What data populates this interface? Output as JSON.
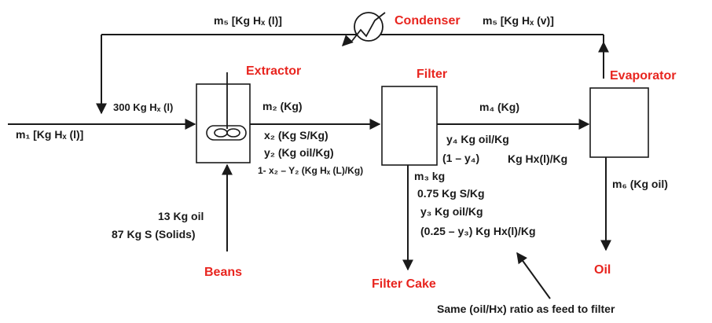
{
  "units": {
    "condenser": "Condenser",
    "extractor": "Extractor",
    "filter": "Filter",
    "evaporator": "Evaporator",
    "beans": "Beans",
    "filter_cake": "Filter Cake",
    "oil": "Oil"
  },
  "streams": {
    "m5_liquid": "m₅ [Kg Hₓ (l)]",
    "m5_vapor": "m₅ [Kg Hₓ (v)]",
    "m1": "m₁ [Kg Hₓ (l)]",
    "solvent_in": "300 Kg Hₓ (l)",
    "m2": "m₂  (Kg)",
    "m2_x2": "x₂  (Kg S/Kg)",
    "m2_y2": "y₂  (Kg oil/Kg)",
    "m2_rest": "1- x₂ – Y₂  (Kg Hₓ (L)/Kg)",
    "m4": "m₄  (Kg)",
    "m4_y4": "y₄  Kg oil/Kg",
    "m4_rest_a": "(1 – y₄)",
    "m4_rest_b": "Kg Hx(l)/Kg",
    "m3": "m₃ kg",
    "m3_solids": "0.75  Kg S/Kg",
    "m3_y3": "y₃   Kg oil/Kg",
    "m3_rest": "(0.25 – y₃)  Kg Hx(l)/Kg",
    "m6": "m₆ (Kg oil)",
    "feed_oil": "13 Kg oil",
    "feed_solids": "87 Kg S (Solids)"
  },
  "note": "Same (oil/Hx) ratio as feed to filter",
  "colors": {
    "unit_label": "#e8251f",
    "text": "#1a1a1a"
  },
  "icons": {
    "condenser": "heat-exchanger-icon",
    "agitator": "agitator-icon"
  }
}
